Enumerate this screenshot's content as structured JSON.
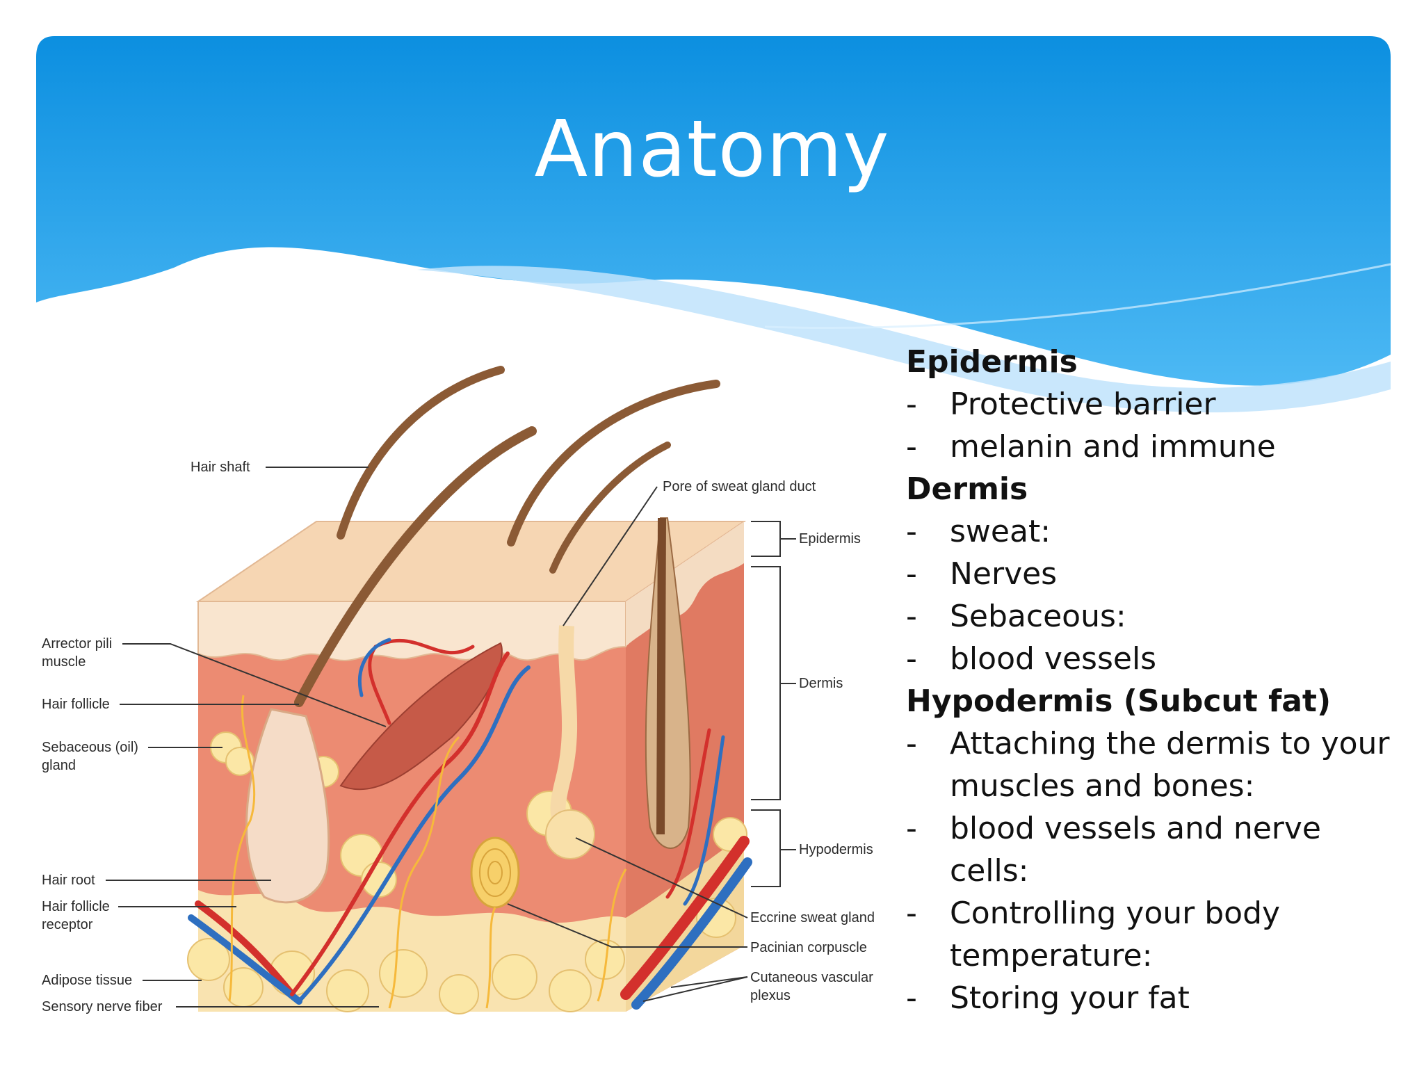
{
  "slide": {
    "title": "Anatomy",
    "colors": {
      "header_top": "#0d8ee0",
      "header_bottom": "#49b7f3",
      "wave": "#bfe3fb"
    }
  },
  "diagram": {
    "labels": {
      "hair_shaft": "Hair shaft",
      "pore_of_sweat_gland_duct": "Pore of sweat gland duct",
      "epidermis": "Epidermis",
      "dermis": "Dermis",
      "hypodermis": "Hypodermis",
      "arrector_pili_muscle": [
        "Arrector pili",
        "muscle"
      ],
      "hair_follicle": "Hair follicle",
      "sebaceous_gland": [
        "Sebaceous (oil)",
        "gland"
      ],
      "hair_root": "Hair root",
      "hair_follicle_receptor": [
        "Hair follicle",
        "receptor"
      ],
      "adipose_tissue": "Adipose tissue",
      "sensory_nerve_fiber": "Sensory nerve fiber",
      "eccrine_sweat_gland": "Eccrine sweat gland",
      "pacinian_corpuscle": "Pacinian corpuscle",
      "cutaneous_vascular_plexus": [
        "Cutaneous vascular",
        "plexus"
      ]
    }
  },
  "notes": [
    {
      "heading": "Epidermis",
      "items": [
        "Protective barrier",
        "melanin and immune"
      ]
    },
    {
      "heading": "Dermis",
      "items": [
        "sweat:",
        "Nerves",
        "Sebaceous:",
        "blood vessels"
      ]
    },
    {
      "heading": "Hypodermis (Subcut fat)",
      "items": [
        [
          "Attaching the dermis to your",
          "muscles and bones:"
        ],
        [
          "blood vessels and nerve",
          "cells:"
        ],
        [
          "Controlling your body",
          "temperature:"
        ],
        "Storing your fat"
      ]
    }
  ],
  "bullet_char": "-"
}
